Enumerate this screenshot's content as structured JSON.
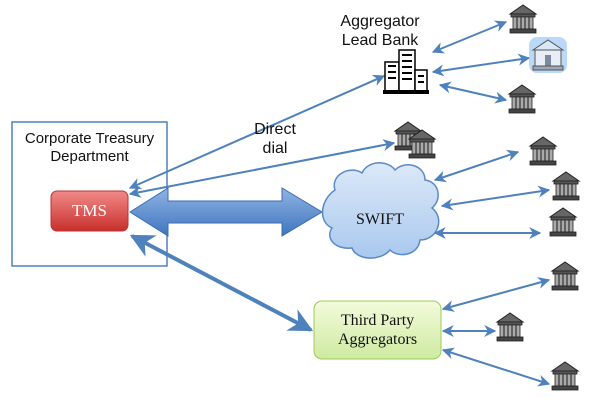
{
  "nodes": {
    "corporate": {
      "label_line1": "Corporate Treasury",
      "label_line2": "Department"
    },
    "tms": {
      "label": "TMS",
      "color": "#d9413f"
    },
    "aggregator_lead": {
      "label_line1": "Aggregator",
      "label_line2": "Lead Bank"
    },
    "direct_dial": {
      "label_line1": "Direct",
      "label_line2": "dial"
    },
    "swift": {
      "label": "SWIFT",
      "color": "#c4dcf5"
    },
    "third_party": {
      "label_line1": "Third Party",
      "label_line2": "Aggregators",
      "color": "#e6f5c0"
    }
  },
  "colors": {
    "arrow": "#4f81bd",
    "frame": "#4f81bd"
  }
}
